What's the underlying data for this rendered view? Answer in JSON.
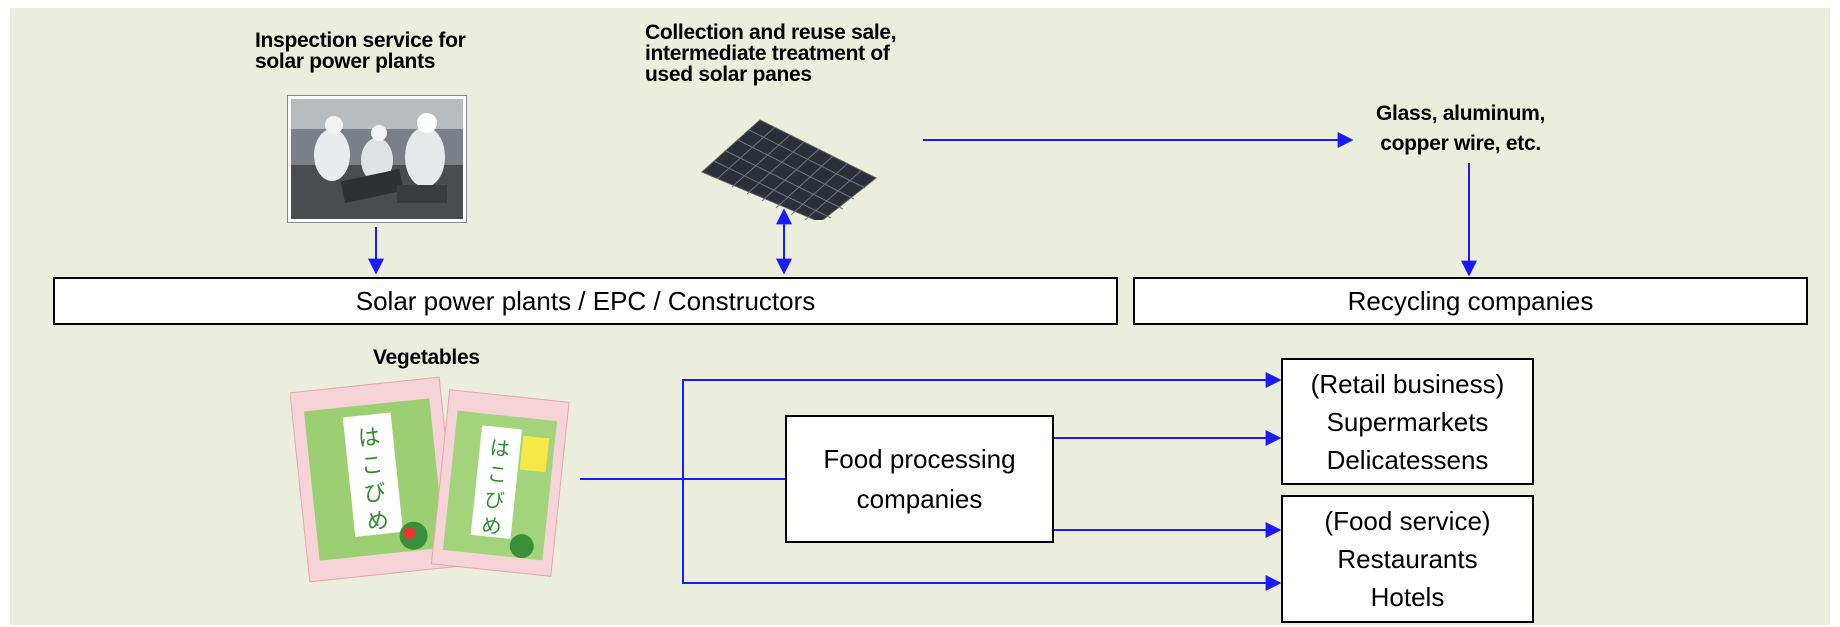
{
  "diagram": {
    "top": {
      "inspection_label_line1": "Inspection service for",
      "inspection_label_line2": "solar power plants",
      "collection_label_line1": "Collection and reuse sale,",
      "collection_label_line2": "intermediate treatment of",
      "collection_label_line3": "used solar panes",
      "materials_label_line1": "Glass, aluminum,",
      "materials_label_line2": "copper wire, etc.",
      "solar_box": "Solar power plants / EPC / Constructors",
      "recycling_box": "Recycling companies"
    },
    "bottom": {
      "vegetables_label": "Vegetables",
      "food_processing_line1": "Food processing",
      "food_processing_line2": "companies",
      "retail_line1": "(Retail business)",
      "retail_line2": "Supermarkets",
      "retail_line3": "Delicatessens",
      "food_service_line1": "(Food service)",
      "food_service_line2": "Restaurants",
      "food_service_line3": "Hotels"
    }
  },
  "colors": {
    "background": "#ebeedd",
    "arrow": "#1a1aff",
    "box_border": "#000000"
  },
  "icons": [
    "inspection-photo",
    "solar-panel-image",
    "vegetable-package-image"
  ]
}
